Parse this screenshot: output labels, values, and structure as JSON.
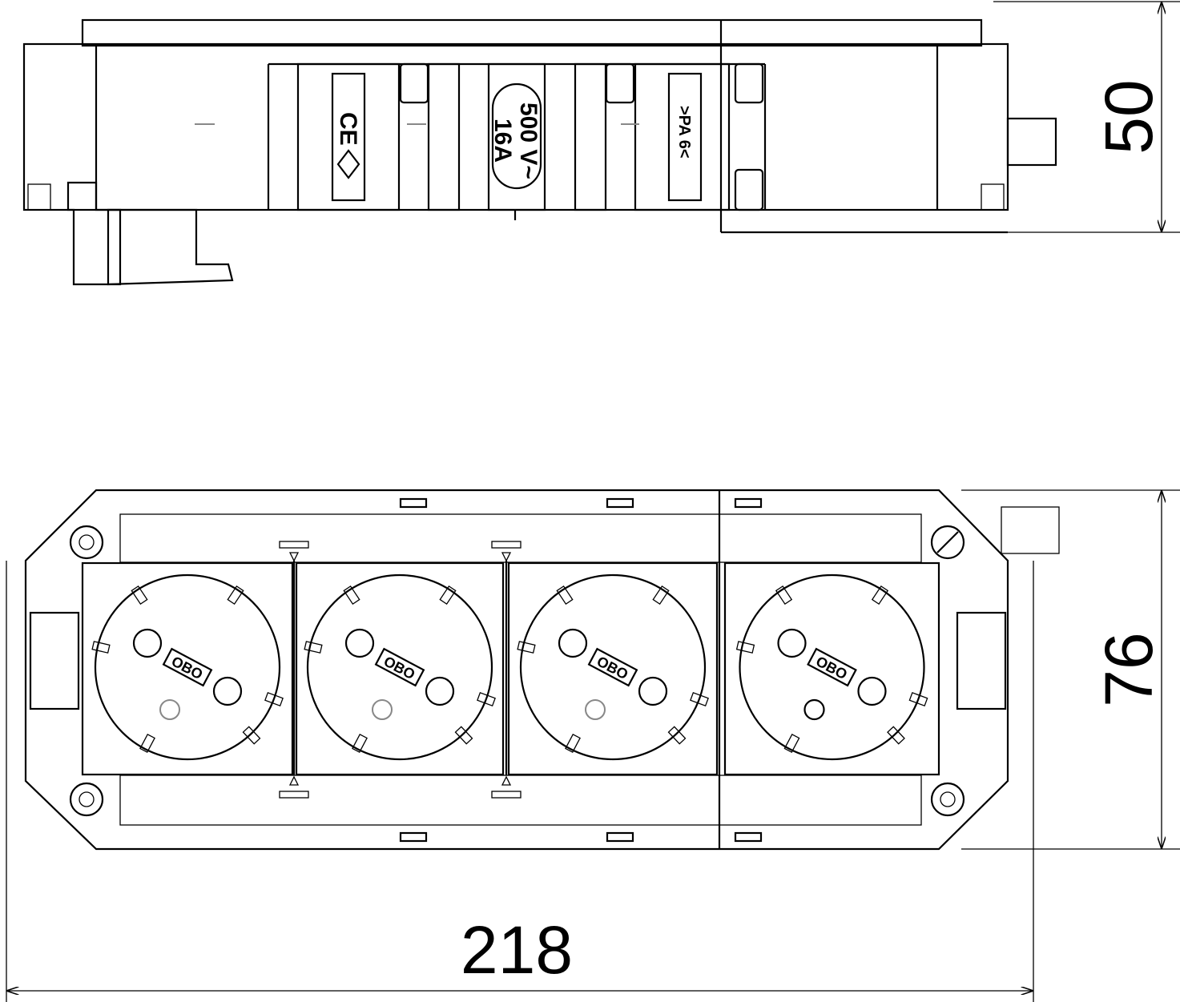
{
  "title": "Socket outlet unit, 4-way – dimension drawing",
  "dimensions": {
    "height": "50",
    "width": "76",
    "length": "218"
  },
  "markings": {
    "ce": "CE",
    "rating_voltage": "500 V~",
    "rating_current": "16A",
    "material": ">PA 6<",
    "socket_brand": "OBO"
  },
  "sockets": [
    {
      "brand": "OBO"
    },
    {
      "brand": "OBO"
    },
    {
      "brand": "OBO"
    },
    {
      "brand": "OBO"
    }
  ]
}
